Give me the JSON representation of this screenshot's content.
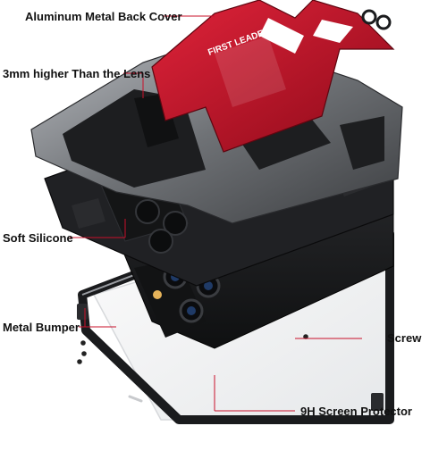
{
  "callouts": {
    "back_cover": "Aluminum Metal Back Cover",
    "lens_height": "3mm higher Than the Lens",
    "silicone": "Soft Silicone",
    "bumper": "Metal Bumper",
    "screw": "Screw",
    "screen_protector": "9H Screen Protector"
  },
  "cover_marking": "FIRST LEADER",
  "colors": {
    "accent_red": "#c9102a",
    "metal_gray": "#8a8d92",
    "dark": "#1b1c1e"
  }
}
